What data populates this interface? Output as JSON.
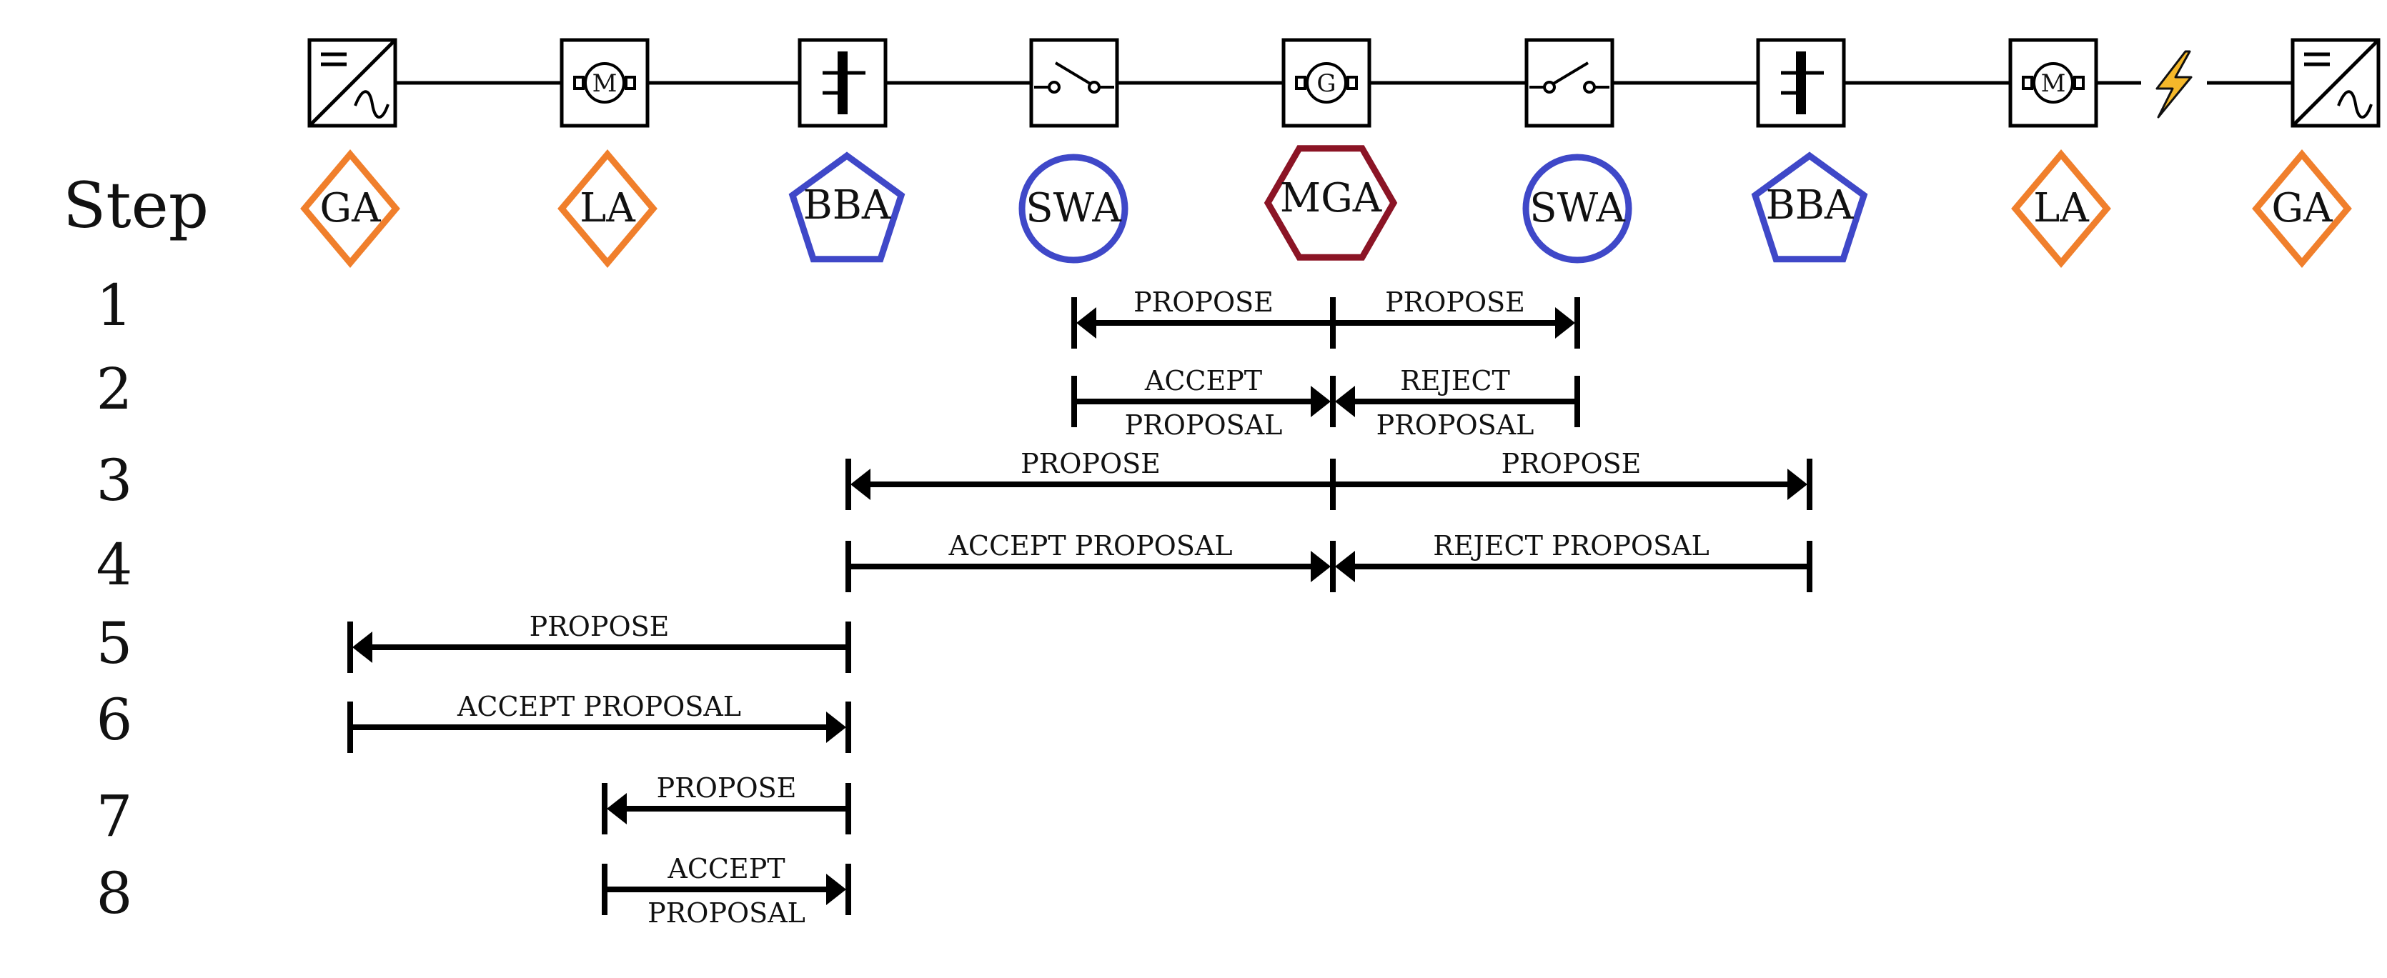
{
  "colors": {
    "GA": "#f07f2c",
    "LA": "#f07f2c",
    "BBA": "#3f48c8",
    "SWA": "#3f48c8",
    "MGA": "#8b1425",
    "line": "#000000",
    "bolt": "#f5b82a"
  },
  "step_header": "Step",
  "components": [
    {
      "icon": "inverter-icon"
    },
    {
      "icon": "motor-icon",
      "symbol": "M"
    },
    {
      "icon": "busbar-icon"
    },
    {
      "icon": "switch-icon"
    },
    {
      "icon": "generator-icon",
      "symbol": "G"
    },
    {
      "icon": "switch-icon"
    },
    {
      "icon": "busbar-icon"
    },
    {
      "icon": "motor-icon",
      "symbol": "M"
    },
    {
      "icon": "lightning-bolt-icon"
    },
    {
      "icon": "inverter-icon"
    }
  ],
  "agents": [
    {
      "label": "GA",
      "shape": "diamond"
    },
    {
      "label": "LA",
      "shape": "diamond"
    },
    {
      "label": "BBA",
      "shape": "pentagon"
    },
    {
      "label": "SWA",
      "shape": "circle"
    },
    {
      "label": "MGA",
      "shape": "hexagon"
    },
    {
      "label": "SWA",
      "shape": "circle"
    },
    {
      "label": "BBA",
      "shape": "pentagon"
    },
    {
      "label": "LA",
      "shape": "diamond"
    },
    {
      "label": "GA",
      "shape": "diamond"
    }
  ],
  "steps": [
    {
      "num": "1",
      "messages": [
        {
          "lines": [
            "PROPOSE"
          ],
          "from": 4,
          "to": 3
        },
        {
          "lines": [
            "PROPOSE"
          ],
          "from": 4,
          "to": 5
        }
      ]
    },
    {
      "num": "2",
      "messages": [
        {
          "lines": [
            "ACCEPT",
            "PROPOSAL"
          ],
          "from": 3,
          "to": 4
        },
        {
          "lines": [
            "REJECT",
            "PROPOSAL"
          ],
          "from": 5,
          "to": 4
        }
      ]
    },
    {
      "num": "3",
      "messages": [
        {
          "lines": [
            "PROPOSE"
          ],
          "from": 4,
          "to": 2
        },
        {
          "lines": [
            "PROPOSE"
          ],
          "from": 4,
          "to": 6
        }
      ]
    },
    {
      "num": "4",
      "messages": [
        {
          "lines": [
            "ACCEPT PROPOSAL"
          ],
          "from": 2,
          "to": 4
        },
        {
          "lines": [
            "REJECT PROPOSAL"
          ],
          "from": 6,
          "to": 4
        }
      ]
    },
    {
      "num": "5",
      "messages": [
        {
          "lines": [
            "PROPOSE"
          ],
          "from": 2,
          "to": 0
        }
      ]
    },
    {
      "num": "6",
      "messages": [
        {
          "lines": [
            "ACCEPT PROPOSAL"
          ],
          "from": 0,
          "to": 2
        }
      ]
    },
    {
      "num": "7",
      "messages": [
        {
          "lines": [
            "PROPOSE"
          ],
          "from": 2,
          "to": 1
        }
      ]
    },
    {
      "num": "8",
      "messages": [
        {
          "lines": [
            "ACCEPT",
            "PROPOSAL"
          ],
          "from": 1,
          "to": 2
        }
      ]
    }
  ]
}
